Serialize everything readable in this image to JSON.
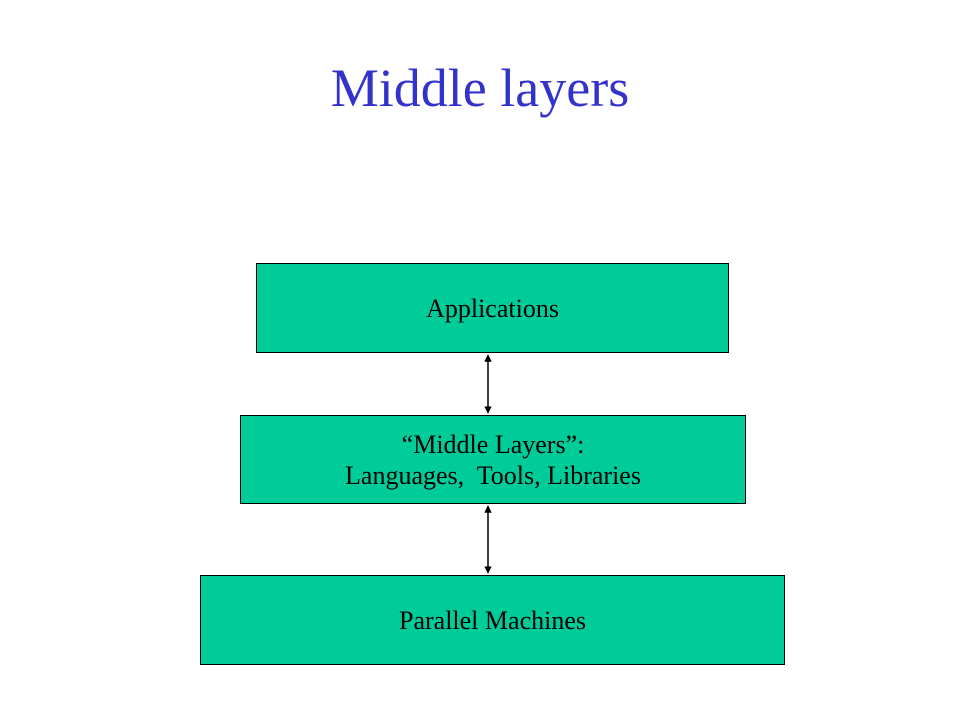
{
  "title": "Middle layers",
  "layers": {
    "top": "Applications",
    "middle_line1": "“Middle Layers”:",
    "middle_line2": "Languages,  Tools, Libraries",
    "bottom": "Parallel Machines"
  },
  "colors": {
    "title": "#3333cc",
    "box_fill": "#00cc99",
    "box_border": "#000000"
  }
}
